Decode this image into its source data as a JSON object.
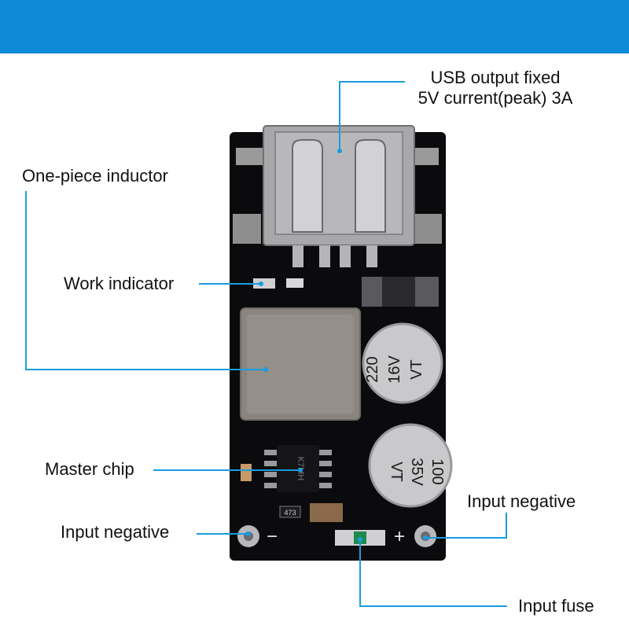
{
  "colors": {
    "banner": "#0d8bd7",
    "callout_line": "#1a9be0",
    "pcb": "#0b0b0d",
    "inductor": "#8a8580",
    "capacitor": "#c9c9cb"
  },
  "labels": {
    "usb_output_line1": "USB output fixed",
    "usb_output_line2": "5V current(peak) 3A",
    "inductor": "One-piece inductor",
    "work_indicator": "Work indicator",
    "master_chip": "Master chip",
    "input_negative_left": "Input negative",
    "input_negative_right": "Input negative",
    "input_fuse": "Input fuse"
  },
  "board_markings": {
    "cap_top": [
      "220",
      "16V",
      "VT"
    ],
    "cap_bottom": [
      "100",
      "35V",
      "VT"
    ],
    "chip_code": "K7MH",
    "resistor_code": "473",
    "minus_sign": "−",
    "plus_sign": "+"
  }
}
